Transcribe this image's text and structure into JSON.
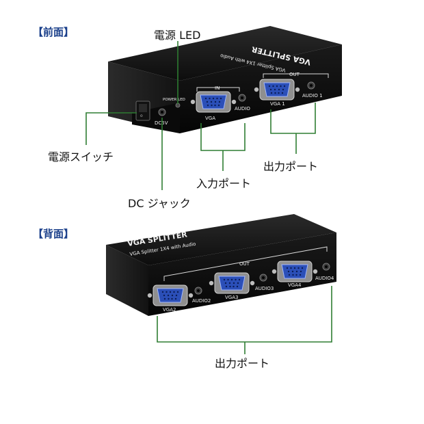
{
  "front": {
    "section_label": "【前面】",
    "device": {
      "title": "VGA SPLITTER",
      "subtitle": "VGA Splitter 1X4 with Audio",
      "in_label": "IN",
      "out_label": "OUT",
      "power_led_label": "POWER LED",
      "dc_label": "DC5V",
      "vga_in_label": "VGA",
      "audio_in_label": "AUDIO",
      "vga_out_label": "VGA 1",
      "audio_out_label": "AUDIO 1"
    },
    "callouts": {
      "power_led": "電源 LED",
      "power_switch": "電源スイッチ",
      "dc_jack": "DC ジャック",
      "input_port": "入力ポート",
      "output_port": "出力ポート"
    }
  },
  "back": {
    "section_label": "【背面】",
    "device": {
      "title": "VGA SPLITTER",
      "subtitle": "VGA Splitter 1X4 with Audio",
      "out_label": "OUT",
      "vga2_label": "VGA2",
      "audio2_label": "AUDIO2",
      "vga3_label": "VGA3",
      "audio3_label": "AUDIO3",
      "vga4_label": "VGA4",
      "audio4_label": "AUDIO4"
    },
    "callouts": {
      "output_port": "出力ポート"
    }
  },
  "colors": {
    "callout_line": "#2e7d32",
    "section_label": "#1a3f8a",
    "vga_port": "#2b4fb8"
  }
}
